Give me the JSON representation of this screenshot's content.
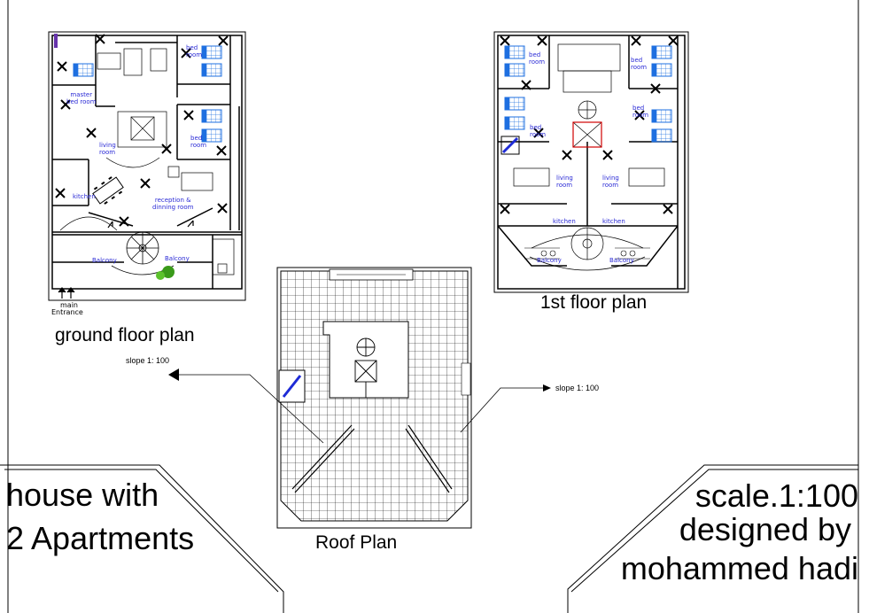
{
  "drawing": {
    "title_line1": "house with",
    "title_line2": "2 Apartments",
    "scale": "scale.1:100",
    "designed_by": "designed by",
    "designer": "mohammed hadi"
  },
  "ground_floor": {
    "title": "ground floor plan",
    "rooms": {
      "master_bed": "master\nbed room",
      "bed_room_1": "bed\nroom",
      "bed_room_2": "bed\nroom",
      "living": "living\nroom",
      "kitchen": "kitchen",
      "reception": "reception &\ndinning room",
      "balcony_left": "Balcony",
      "balcony_right": "Balcony"
    },
    "entrance_main": "main",
    "entrance": "Entrance"
  },
  "first_floor": {
    "title": "1st floor plan",
    "rooms": {
      "bed_1": "bed\nroom",
      "bed_2": "bed\nroom",
      "bed_3": "bed\nroom",
      "bed_4": "bed\nroom",
      "living_1": "living\nroom",
      "living_2": "living\nroom",
      "kitchen_1": "kitchen",
      "kitchen_2": "kitchen",
      "balcony_1": "Balcony",
      "balcony_2": "Balcony"
    }
  },
  "roof": {
    "title": "Roof Plan",
    "slope_left": "slope 1: 100",
    "slope_right": "slope 1: 100"
  },
  "colors": {
    "line": "#000000",
    "room_text": "#2b2bd6",
    "furniture_blue": "#1e6fe0",
    "accent_red": "#d00000",
    "plant_green": "#3a9a1a"
  }
}
